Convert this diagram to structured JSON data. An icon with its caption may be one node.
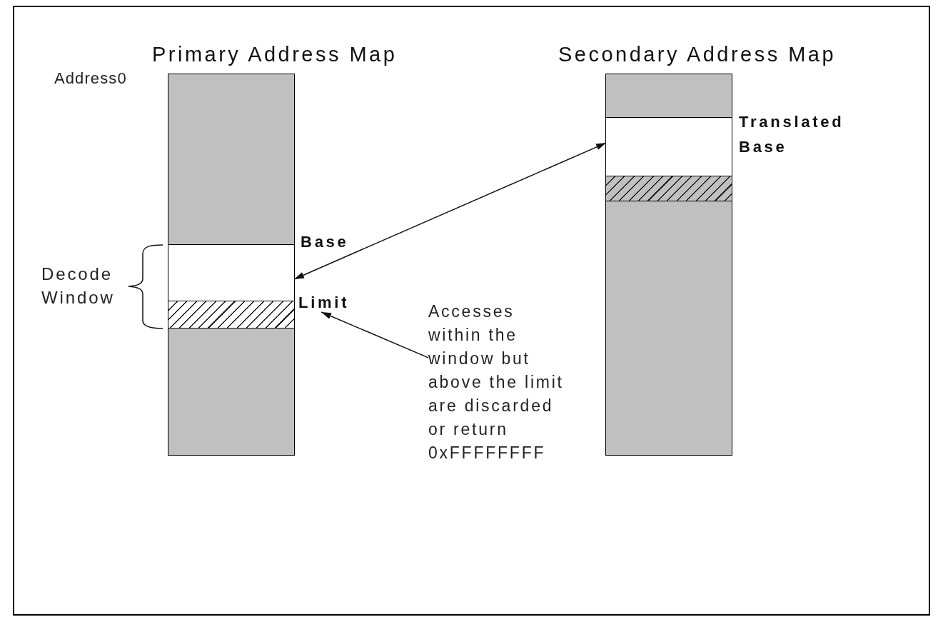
{
  "diagram": {
    "nodes": [
      {
        "text": [
          "Primary Address Map"
        ],
        "beside": [
          "Address0"
        ]
      },
      {
        "text": [],
        "shape": "box",
        "in": 0
      },
      {
        "text": [],
        "shape": "box",
        "in": 0,
        "beside": [
          "Base"
        ]
      },
      {
        "text": [],
        "shape": "box",
        "in": 0
      },
      {
        "text": [],
        "shape": "box",
        "in": 0
      },
      {
        "text": [
          "Limit"
        ]
      },
      {
        "text": [
          "Secondary Address Map"
        ]
      },
      {
        "text": [],
        "shape": "box",
        "in": 6
      },
      {
        "text": [],
        "shape": "box",
        "in": 6,
        "beside": [
          "Translated Base"
        ]
      },
      {
        "text": [],
        "shape": "box",
        "in": 6
      },
      {
        "text": [],
        "shape": "box",
        "in": 6
      },
      {
        "text": [
          "Accesses within the window but above the limit are discarded or return 0xFFFFFFFF"
        ]
      }
    ],
    "edges": [
      {
        "from": 2,
        "to": 8,
        "arrow": "both"
      },
      {
        "from": 11,
        "to": 5,
        "arrow": "to"
      }
    ],
    "labels": [
      "Decode Window"
    ]
  }
}
